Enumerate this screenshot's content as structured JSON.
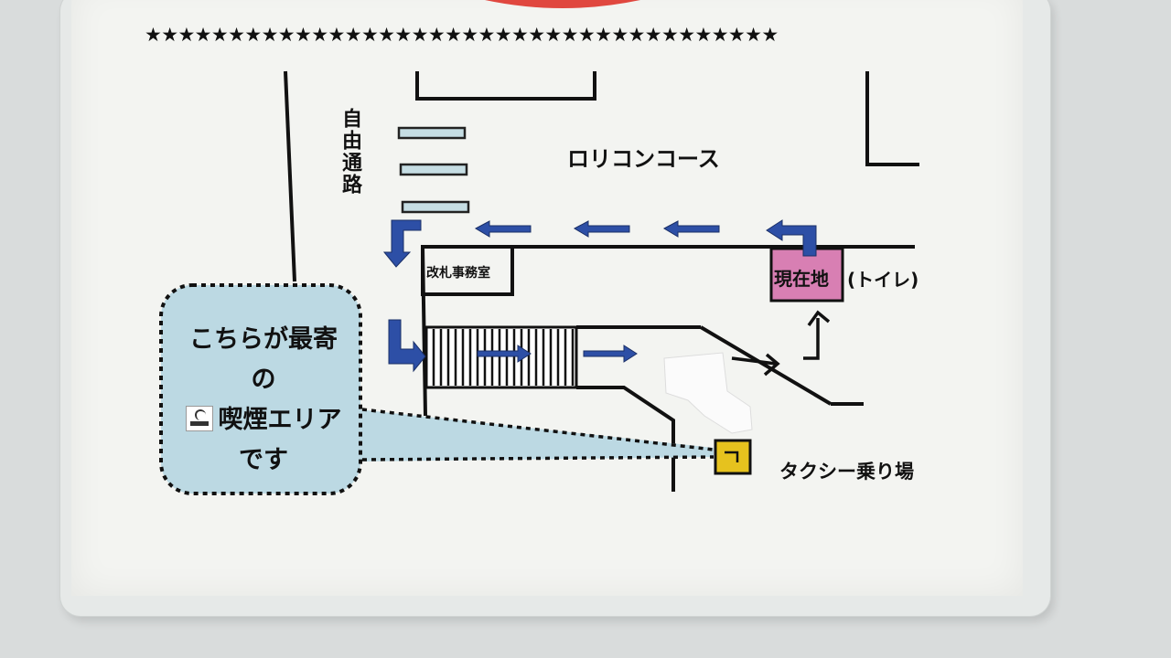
{
  "header": {
    "stars": "★★★★★★★★★★★★★★★★★★★★★★★★★★★★★★★★★★★★★★"
  },
  "labels": {
    "free_passage": "自由通路",
    "concourse": "ロリコンコース",
    "ticket_office": "改札事務室",
    "current_location": "現在地",
    "toilet": "(トイレ)",
    "taxi": "タクシー乗り場"
  },
  "callout": {
    "line1": "こちらが最寄",
    "line2": "の",
    "line3": "喫煙エリア",
    "line4": "です",
    "icon": "smoking-icon"
  },
  "colors": {
    "arrow_blue": "#2d4fa6",
    "current_location_fill": "#d87fb3",
    "taxi_fill": "#e6c21e",
    "callout_fill": "#bcd9e3"
  }
}
